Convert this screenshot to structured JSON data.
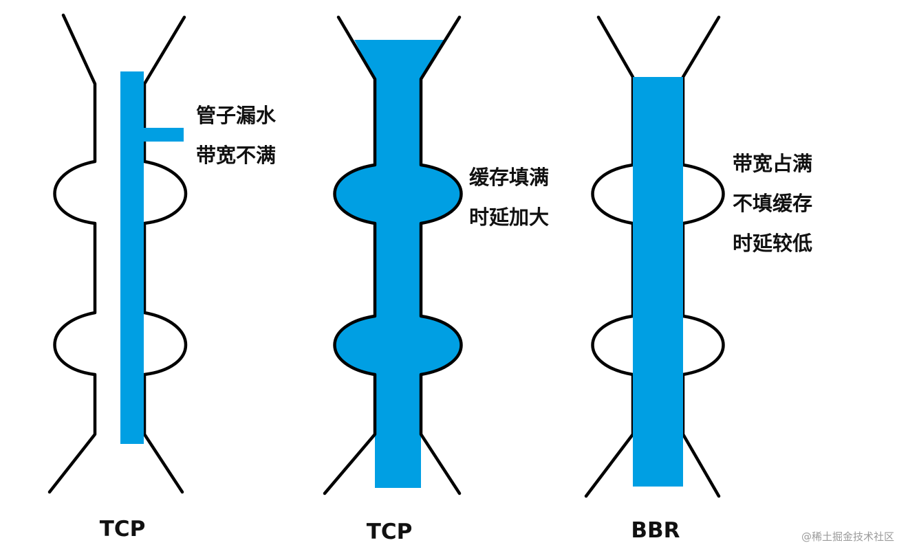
{
  "colors": {
    "water": "#009fe3",
    "outline": "#000000",
    "text": "#111111",
    "watermark": "#9a9a9a"
  },
  "panels": [
    {
      "caption": "TCP",
      "annotations": [
        "管子漏水",
        "带宽不满"
      ]
    },
    {
      "caption": "TCP",
      "annotations": [
        "缓存填满",
        "时延加大"
      ]
    },
    {
      "caption": "BBR",
      "annotations": [
        "带宽占满",
        "不填缓存",
        "时延较低"
      ]
    }
  ],
  "watermark": "@稀土掘金技术社区"
}
